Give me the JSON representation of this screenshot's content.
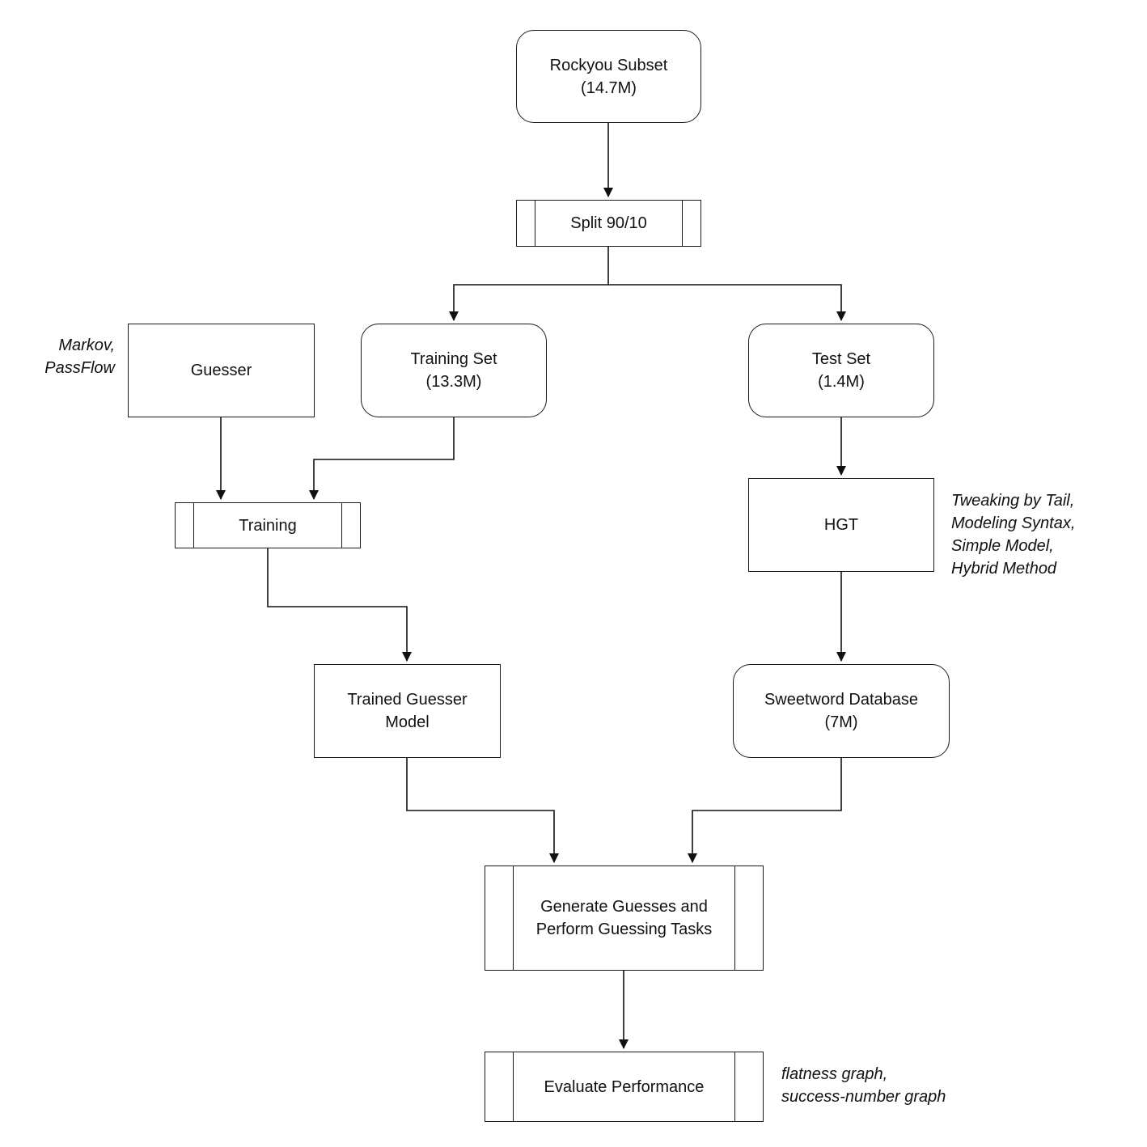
{
  "nodes": {
    "rockyou": [
      "Rockyou Subset",
      "(14.7M)"
    ],
    "split": [
      "Split 90/10"
    ],
    "guesser": [
      "Guesser"
    ],
    "training_set": [
      "Training Set",
      "(13.3M)"
    ],
    "test_set": [
      "Test Set",
      "(1.4M)"
    ],
    "training": [
      "Training"
    ],
    "hgt": [
      "HGT"
    ],
    "trained_model": [
      "Trained Guesser",
      "Model"
    ],
    "sweetword_db": [
      "Sweetword Database",
      "(7M)"
    ],
    "generate": [
      "Generate Guesses and",
      "Perform Guessing Tasks"
    ],
    "evaluate": [
      "Evaluate Performance"
    ]
  },
  "annotations": {
    "guesser_note": [
      "Markov,",
      "PassFlow"
    ],
    "hgt_note": [
      "Tweaking by Tail,",
      "Modeling Syntax,",
      "Simple Model,",
      "Hybrid Method"
    ],
    "evaluate_note": [
      "flatness graph,",
      "success-number graph"
    ]
  },
  "edges": [
    [
      "rockyou",
      "split"
    ],
    [
      "split",
      "training_set"
    ],
    [
      "split",
      "test_set"
    ],
    [
      "guesser",
      "training"
    ],
    [
      "training_set",
      "training"
    ],
    [
      "test_set",
      "hgt"
    ],
    [
      "training",
      "trained_model"
    ],
    [
      "hgt",
      "sweetword_db"
    ],
    [
      "trained_model",
      "generate"
    ],
    [
      "sweetword_db",
      "generate"
    ],
    [
      "generate",
      "evaluate"
    ]
  ]
}
